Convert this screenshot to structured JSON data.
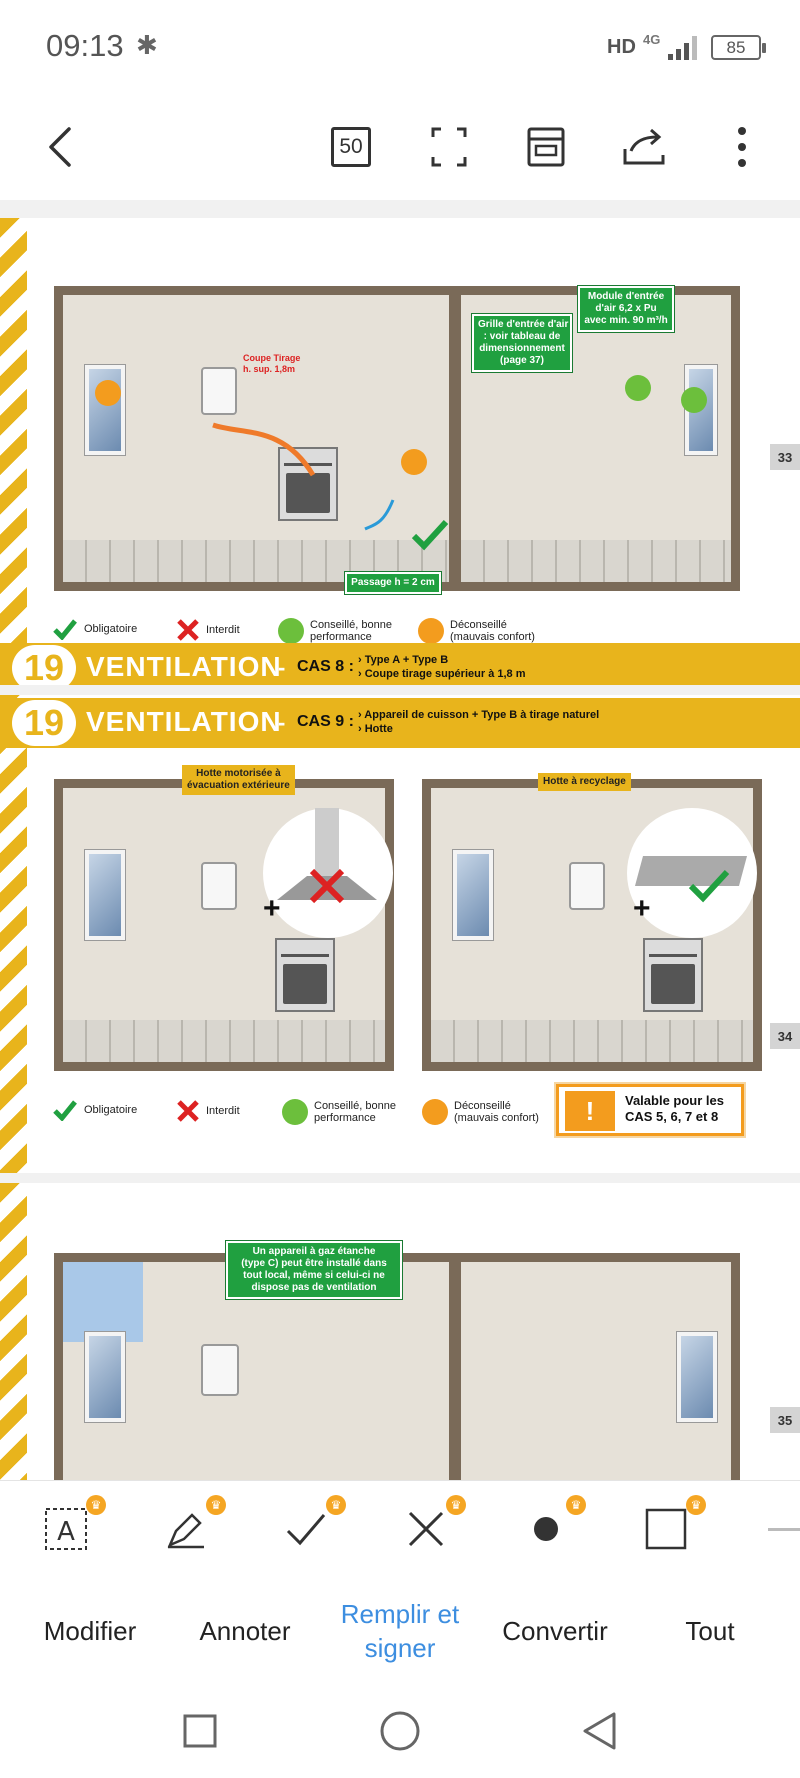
{
  "status_bar": {
    "time": "09:13",
    "network": "HD",
    "network_gen": "4G",
    "battery": "85"
  },
  "toolbar": {
    "page_count": "50"
  },
  "pages": [
    {
      "page_number": "33",
      "labels": {
        "coupe_tirage": "Coupe Tirage\nh. sup. 1,8m",
        "passage": "Passage h = 2 cm",
        "grille": "Grille d'entrée d'air\n: voir tableau de\ndimensionnement\n(page 37)",
        "module": "Module d'entrée\nd'air 6,2 x Pu\navec min. 90 m³/h"
      }
    },
    {
      "page_number": "34",
      "labels": {
        "hotte_motorisee": "Hotte motorisée à\névacuation extérieure",
        "hotte_recyclage": "Hotte à recyclage"
      }
    },
    {
      "page_number": "35",
      "labels": {
        "appareil_etanche": "Un appareil à gaz étanche\n(type C) peut être installé dans\ntout local, même si celui-ci ne\ndispose pas de ventilation"
      }
    }
  ],
  "legend": {
    "obligatoire": "Obligatoire",
    "interdit": "Interdit",
    "conseille": "Conseillé, bonne\nperformance",
    "deconseille": "Déconseillé\n(mauvais confort)"
  },
  "banners": [
    {
      "num": "19",
      "title": "VENTILATION",
      "sep": "-",
      "cas": "CAS 8 :",
      "lines": [
        "› Type A + Type B",
        "› Coupe tirage supérieur à 1,8 m"
      ]
    },
    {
      "num": "19",
      "title": "VENTILATION",
      "sep": "-",
      "cas": "CAS 9 :",
      "lines": [
        "› Appareil de cuisson + Type B à tirage naturel",
        "› Hotte"
      ]
    }
  ],
  "warning": {
    "text": "Valable pour les\nCAS 5, 6, 7 et 8",
    "symbol": "!"
  },
  "tools": [
    "text-box-icon",
    "pen-icon",
    "check-icon",
    "cross-icon",
    "dot-icon",
    "square-icon"
  ],
  "tabs": [
    {
      "label": "Modifier",
      "active": false
    },
    {
      "label": "Annoter",
      "active": false
    },
    {
      "label": "Remplir et\nsigner",
      "active": true
    },
    {
      "label": "Convertir",
      "active": false
    },
    {
      "label": "Tout",
      "active": false
    }
  ],
  "colors": {
    "accent": "#3d8ee0",
    "stripe": "#e8b41c",
    "green": "#20a040",
    "orange": "#f39c1e",
    "red": "#d22"
  }
}
